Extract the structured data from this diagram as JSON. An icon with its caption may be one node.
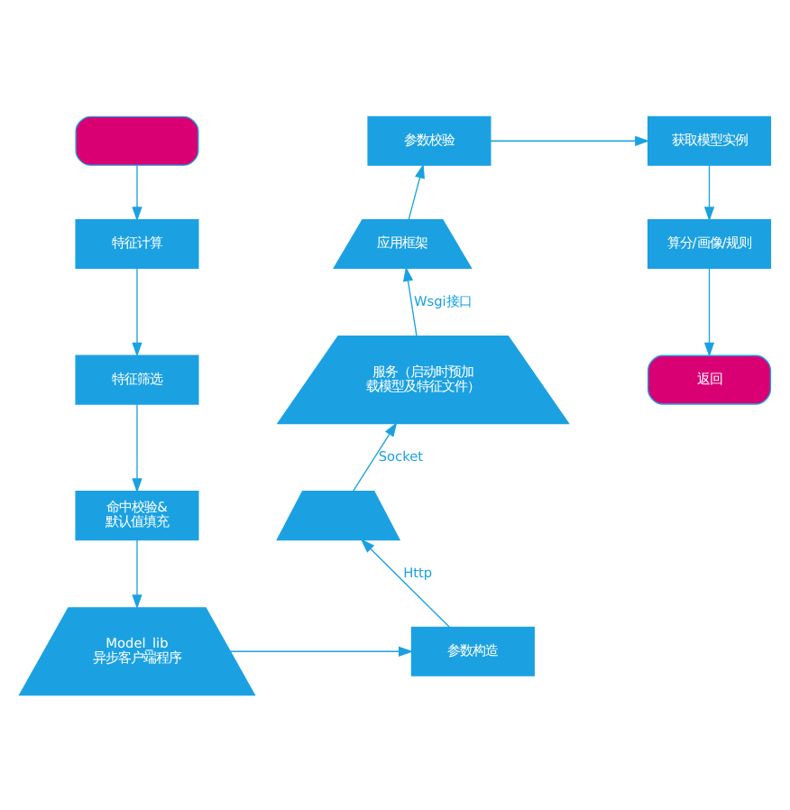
{
  "diagram": {
    "nodes": [
      {
        "text": [],
        "shape": "box"
      },
      {
        "text": [
          "特征计算"
        ]
      },
      {
        "text": [
          "特征筛选"
        ]
      },
      {
        "text": [
          "命中校验& 默认值填充"
        ]
      },
      {
        "text": [
          "Model_lib异步客户端程序"
        ]
      },
      {
        "text": [
          "参数构造"
        ]
      },
      {
        "text": [],
        "shape": "trapezium"
      },
      {
        "text": [
          "服务（启动时预加载模型及特征文件）"
        ]
      },
      {
        "text": [
          "应用框架"
        ]
      },
      {
        "text": [
          "参数校验"
        ]
      },
      {
        "text": [
          "获取模型实例"
        ]
      },
      {
        "text": [
          "算分/画像/规则"
        ]
      },
      {
        "text": [
          "返回"
        ]
      }
    ],
    "edges": [
      {
        "from": 0,
        "to": 1,
        "arrow": "to"
      },
      {
        "from": 1,
        "to": 2,
        "arrow": "to"
      },
      {
        "from": 2,
        "to": 3,
        "arrow": "to"
      },
      {
        "from": 3,
        "to": 4,
        "arrow": "to"
      },
      {
        "from": 4,
        "to": 5,
        "arrow": "to"
      },
      {
        "from": 5,
        "to": 6,
        "arrow": "to",
        "label": "Http"
      },
      {
        "from": 6,
        "to": 7,
        "arrow": "to",
        "label": "Socket"
      },
      {
        "from": 7,
        "to": 8,
        "arrow": "to",
        "label": "Wsgi接口"
      },
      {
        "from": 8,
        "to": 9,
        "arrow": "to"
      },
      {
        "from": 9,
        "to": 10,
        "arrow": "to"
      },
      {
        "from": 10,
        "to": 11,
        "arrow": "to"
      },
      {
        "from": 11,
        "to": 12,
        "arrow": "to"
      }
    ]
  }
}
